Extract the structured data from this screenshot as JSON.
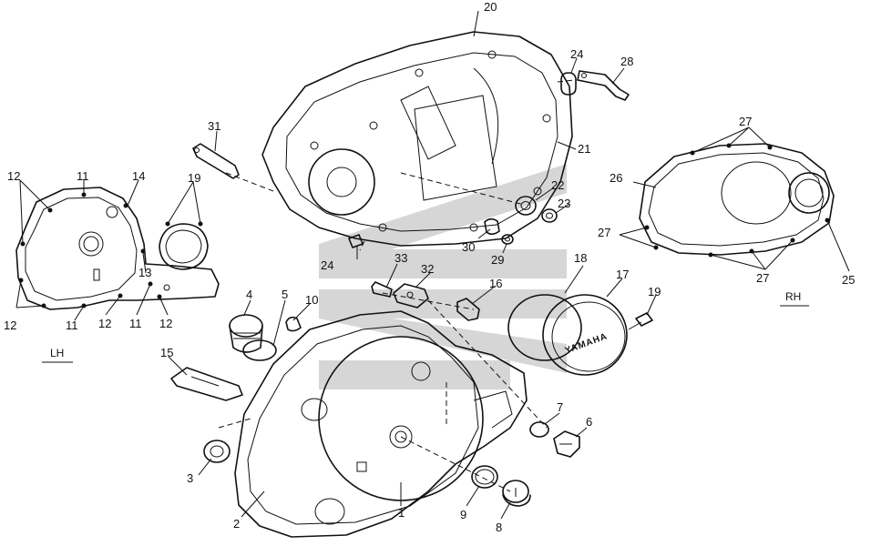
{
  "diagram": {
    "side_labels": {
      "left": "LH",
      "right": "RH"
    },
    "brand_text": "YAMAHA",
    "callouts": [
      {
        "id": "c20",
        "text": "20"
      },
      {
        "id": "c24a",
        "text": "24"
      },
      {
        "id": "c28",
        "text": "28"
      },
      {
        "id": "c21",
        "text": "21"
      },
      {
        "id": "c31",
        "text": "31"
      },
      {
        "id": "c22",
        "text": "22"
      },
      {
        "id": "c23",
        "text": "23"
      },
      {
        "id": "c30",
        "text": "30"
      },
      {
        "id": "c29",
        "text": "29"
      },
      {
        "id": "c24b",
        "text": "24"
      },
      {
        "id": "c33",
        "text": "33"
      },
      {
        "id": "c32",
        "text": "32"
      },
      {
        "id": "c18",
        "text": "18"
      },
      {
        "id": "c17",
        "text": "17"
      },
      {
        "id": "c16",
        "text": "16"
      },
      {
        "id": "c19b",
        "text": "19"
      },
      {
        "id": "c12a",
        "text": "12"
      },
      {
        "id": "c11a",
        "text": "11"
      },
      {
        "id": "c14",
        "text": "14"
      },
      {
        "id": "c19a",
        "text": "19"
      },
      {
        "id": "c13",
        "text": "13"
      },
      {
        "id": "c12b",
        "text": "12"
      },
      {
        "id": "c11b",
        "text": "11"
      },
      {
        "id": "c12c",
        "text": "12"
      },
      {
        "id": "c11c",
        "text": "11"
      },
      {
        "id": "c12d",
        "text": "12"
      },
      {
        "id": "c4",
        "text": "4"
      },
      {
        "id": "c5",
        "text": "5"
      },
      {
        "id": "c10",
        "text": "10"
      },
      {
        "id": "c15",
        "text": "15"
      },
      {
        "id": "c27a",
        "text": "27"
      },
      {
        "id": "c26",
        "text": "26"
      },
      {
        "id": "c27b",
        "text": "27"
      },
      {
        "id": "c27c",
        "text": "27"
      },
      {
        "id": "c25",
        "text": "25"
      },
      {
        "id": "c7",
        "text": "7"
      },
      {
        "id": "c6",
        "text": "6"
      },
      {
        "id": "c3",
        "text": "3"
      },
      {
        "id": "c2",
        "text": "2"
      },
      {
        "id": "c1",
        "text": "1"
      },
      {
        "id": "c9",
        "text": "9"
      },
      {
        "id": "c8",
        "text": "8"
      }
    ]
  }
}
